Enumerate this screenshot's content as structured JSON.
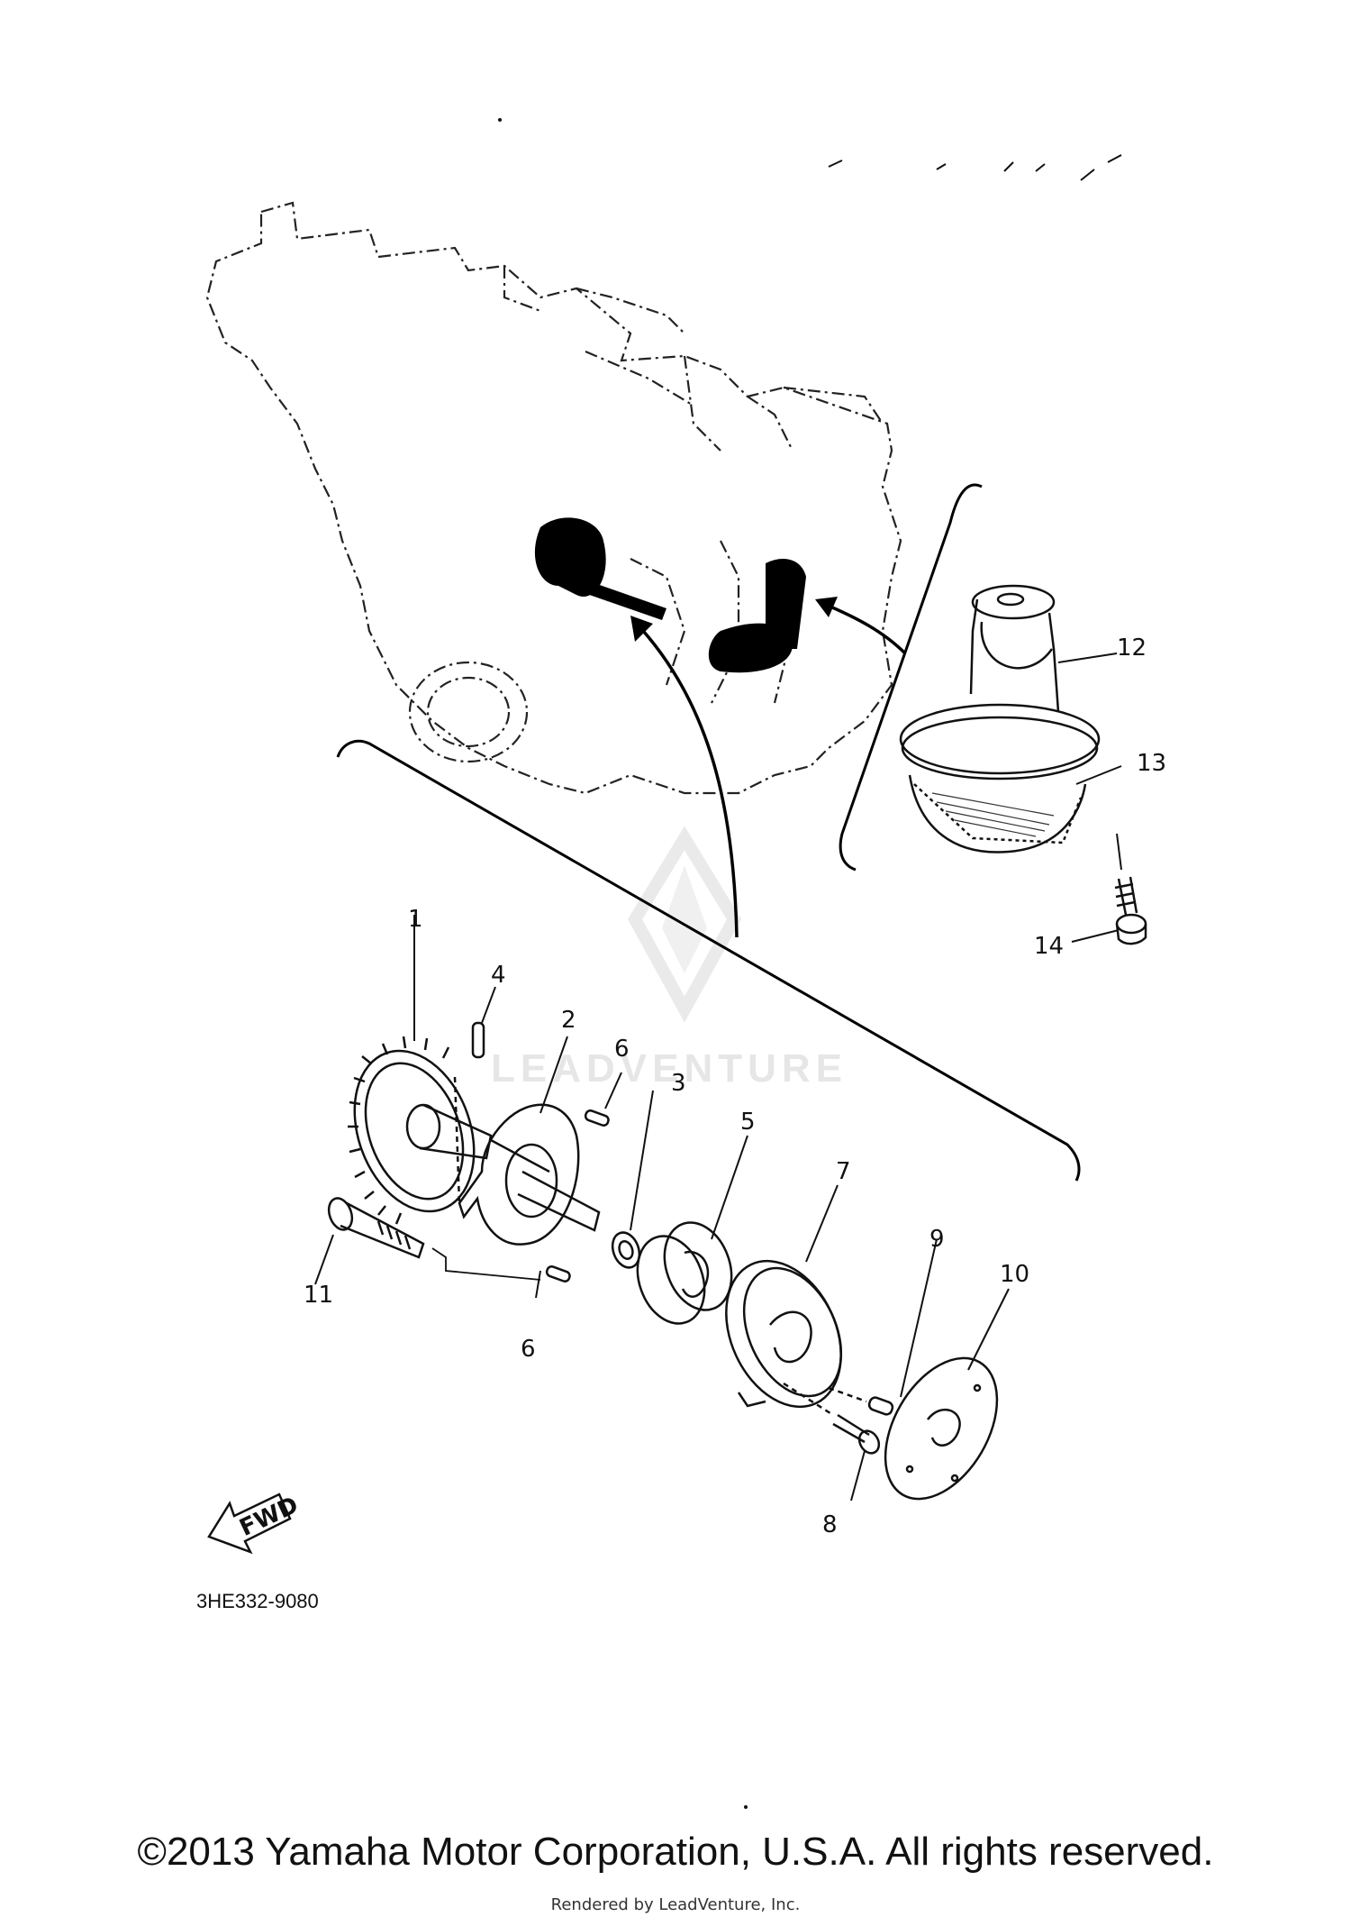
{
  "diagram": {
    "part_labels": [
      "1",
      "2",
      "3",
      "4",
      "5",
      "6",
      "6",
      "7",
      "8",
      "9",
      "10",
      "11",
      "12",
      "13",
      "14"
    ],
    "diagram_code": "3HE332-9080",
    "fwd_label": "FWD",
    "watermark": "LEADVENTURE"
  },
  "footer": {
    "copyright": "©2013 Yamaha Motor Corporation, U.S.A. All rights reserved.",
    "rendered_by": "Rendered by LeadVenture, Inc."
  }
}
